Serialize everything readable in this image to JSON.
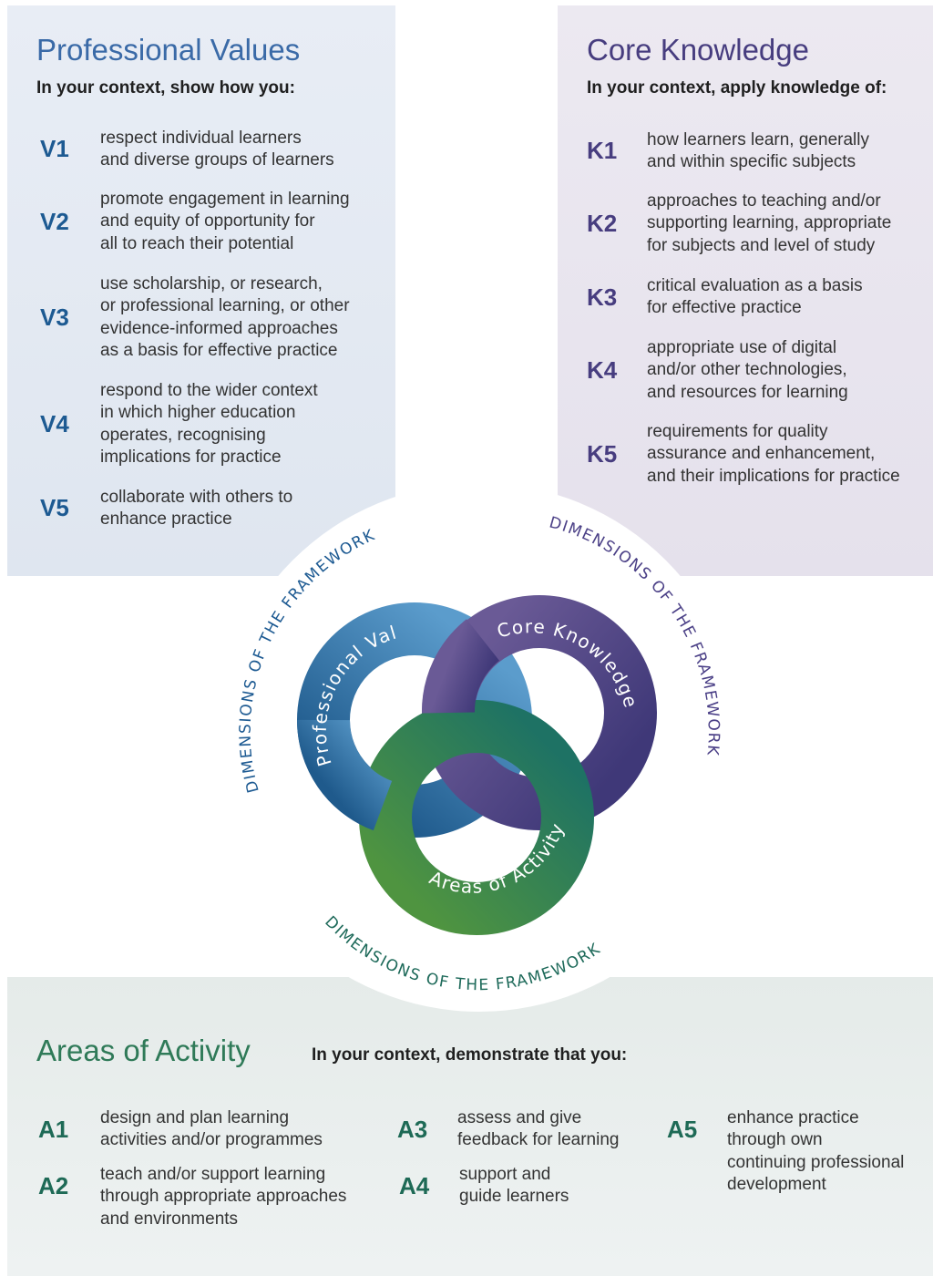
{
  "professional_values": {
    "title": "Professional Values",
    "subtitle": "In your context, show how you:",
    "items": [
      {
        "code": "V1",
        "text": "respect individual learners\nand diverse groups of learners"
      },
      {
        "code": "V2",
        "text": "promote engagement in learning\nand equity of opportunity for\nall to reach their potential"
      },
      {
        "code": "V3",
        "text": "use scholarship, or research,\nor professional learning, or other\nevidence-informed approaches\nas a basis for effective practice"
      },
      {
        "code": "V4",
        "text": "respond to the wider context\nin which higher education\noperates, recognising\nimplications for practice"
      },
      {
        "code": "V5",
        "text": "collaborate with others to\nenhance practice"
      }
    ]
  },
  "core_knowledge": {
    "title": "Core Knowledge",
    "subtitle": "In your context, apply knowledge of:",
    "items": [
      {
        "code": "K1",
        "text": "how learners learn, generally\nand within specific subjects"
      },
      {
        "code": "K2",
        "text": "approaches to teaching and/or\nsupporting learning, appropriate\nfor subjects and level of study"
      },
      {
        "code": "K3",
        "text": "critical evaluation as a basis\nfor effective practice"
      },
      {
        "code": "K4",
        "text": "appropriate use of digital\nand/or other technologies,\nand resources for learning"
      },
      {
        "code": "K5",
        "text": "requirements for quality\nassurance and enhancement,\nand their implications for practice"
      }
    ]
  },
  "areas_of_activity": {
    "title": "Areas of Activity",
    "subtitle": "In your context, demonstrate that you:",
    "items": [
      {
        "code": "A1",
        "text": "design and plan learning\nactivities and/or programmes"
      },
      {
        "code": "A2",
        "text": "teach and/or support learning\nthrough appropriate approaches\nand environments"
      },
      {
        "code": "A3",
        "text": "assess and give\nfeedback for learning"
      },
      {
        "code": "A4",
        "text": "support and\nguide learners"
      },
      {
        "code": "A5",
        "text": "enhance practice\nthrough own\ncontinuing professional\ndevelopment"
      }
    ]
  },
  "diagram": {
    "outer_label": "DIMENSIONS OF THE FRAMEWORK",
    "rings": {
      "values": "Professional Values",
      "knowledge": "Core Knowledge",
      "activity": "Areas of Activity"
    },
    "colors": {
      "values_dark": "#1f5a8c",
      "values_light": "#5b9ccc",
      "knowledge_dark": "#3f3878",
      "knowledge_light": "#6a5a96",
      "activity_dark": "#1e7264",
      "activity_light": "#4f9440",
      "label_blue": "#1d5a92",
      "label_purple": "#4a3f86",
      "label_teal": "#1e6a5a"
    }
  }
}
